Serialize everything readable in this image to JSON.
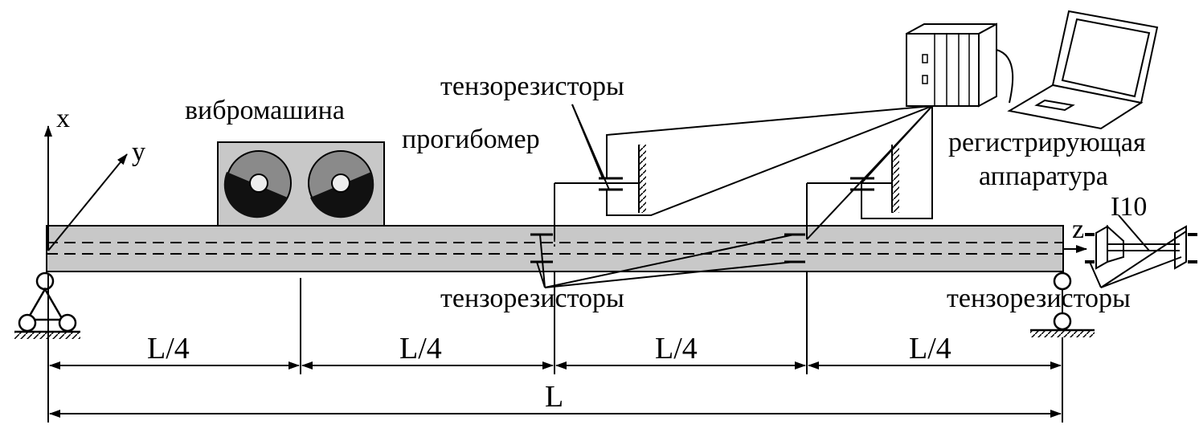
{
  "labels": {
    "axis_x": "x",
    "axis_y": "y",
    "axis_z": "z",
    "vibromachine": "вибромашина",
    "deflectometer": "прогибомер",
    "strain_gauges_top": "тензорезисторы",
    "strain_gauges_bottom": "тензорезисторы",
    "strain_gauges_right": "тензорезисторы",
    "recorder_line1": "регистрирующая",
    "recorder_line2": "аппаратура",
    "profile": "I10",
    "span_quarter_1": "L/4",
    "span_quarter_2": "L/4",
    "span_quarter_3": "L/4",
    "span_quarter_4": "L/4",
    "span_total": "L"
  },
  "colors": {
    "beam_fill": "#c8c8c8",
    "line": "#000000",
    "machine_fill": "#c8c8c8",
    "rotor_dark": "#111111",
    "rotor_light": "#8a8a8a"
  }
}
